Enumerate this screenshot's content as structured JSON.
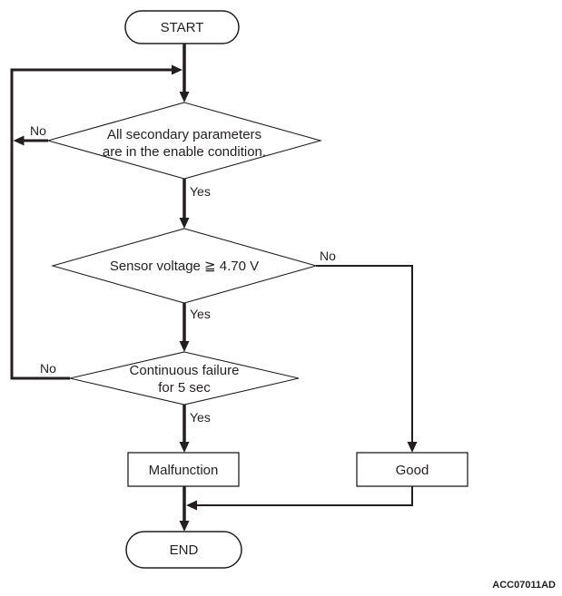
{
  "colors": {
    "ink": "#231f20",
    "background": "#ffffff"
  },
  "figure_code": "ACC07011AD",
  "flowchart": {
    "nodes": {
      "start": {
        "type": "terminator",
        "label": "START"
      },
      "secondary_params": {
        "type": "decision",
        "line1": "All secondary parameters",
        "line2": "are in the enable condition."
      },
      "sensor_voltage": {
        "type": "decision",
        "label": "Sensor voltage ≧ 4.70 V"
      },
      "continuous_failure": {
        "type": "decision",
        "line1": "Continuous failure",
        "line2": "for 5 sec"
      },
      "malfunction": {
        "type": "process",
        "label": "Malfunction"
      },
      "good": {
        "type": "process",
        "label": "Good"
      },
      "end": {
        "type": "terminator",
        "label": "END"
      }
    },
    "edge_labels": {
      "secondary_params_no": "No",
      "secondary_params_yes": "Yes",
      "sensor_voltage_no": "No",
      "sensor_voltage_yes": "Yes",
      "continuous_failure_no": "No",
      "continuous_failure_yes": "Yes"
    }
  }
}
